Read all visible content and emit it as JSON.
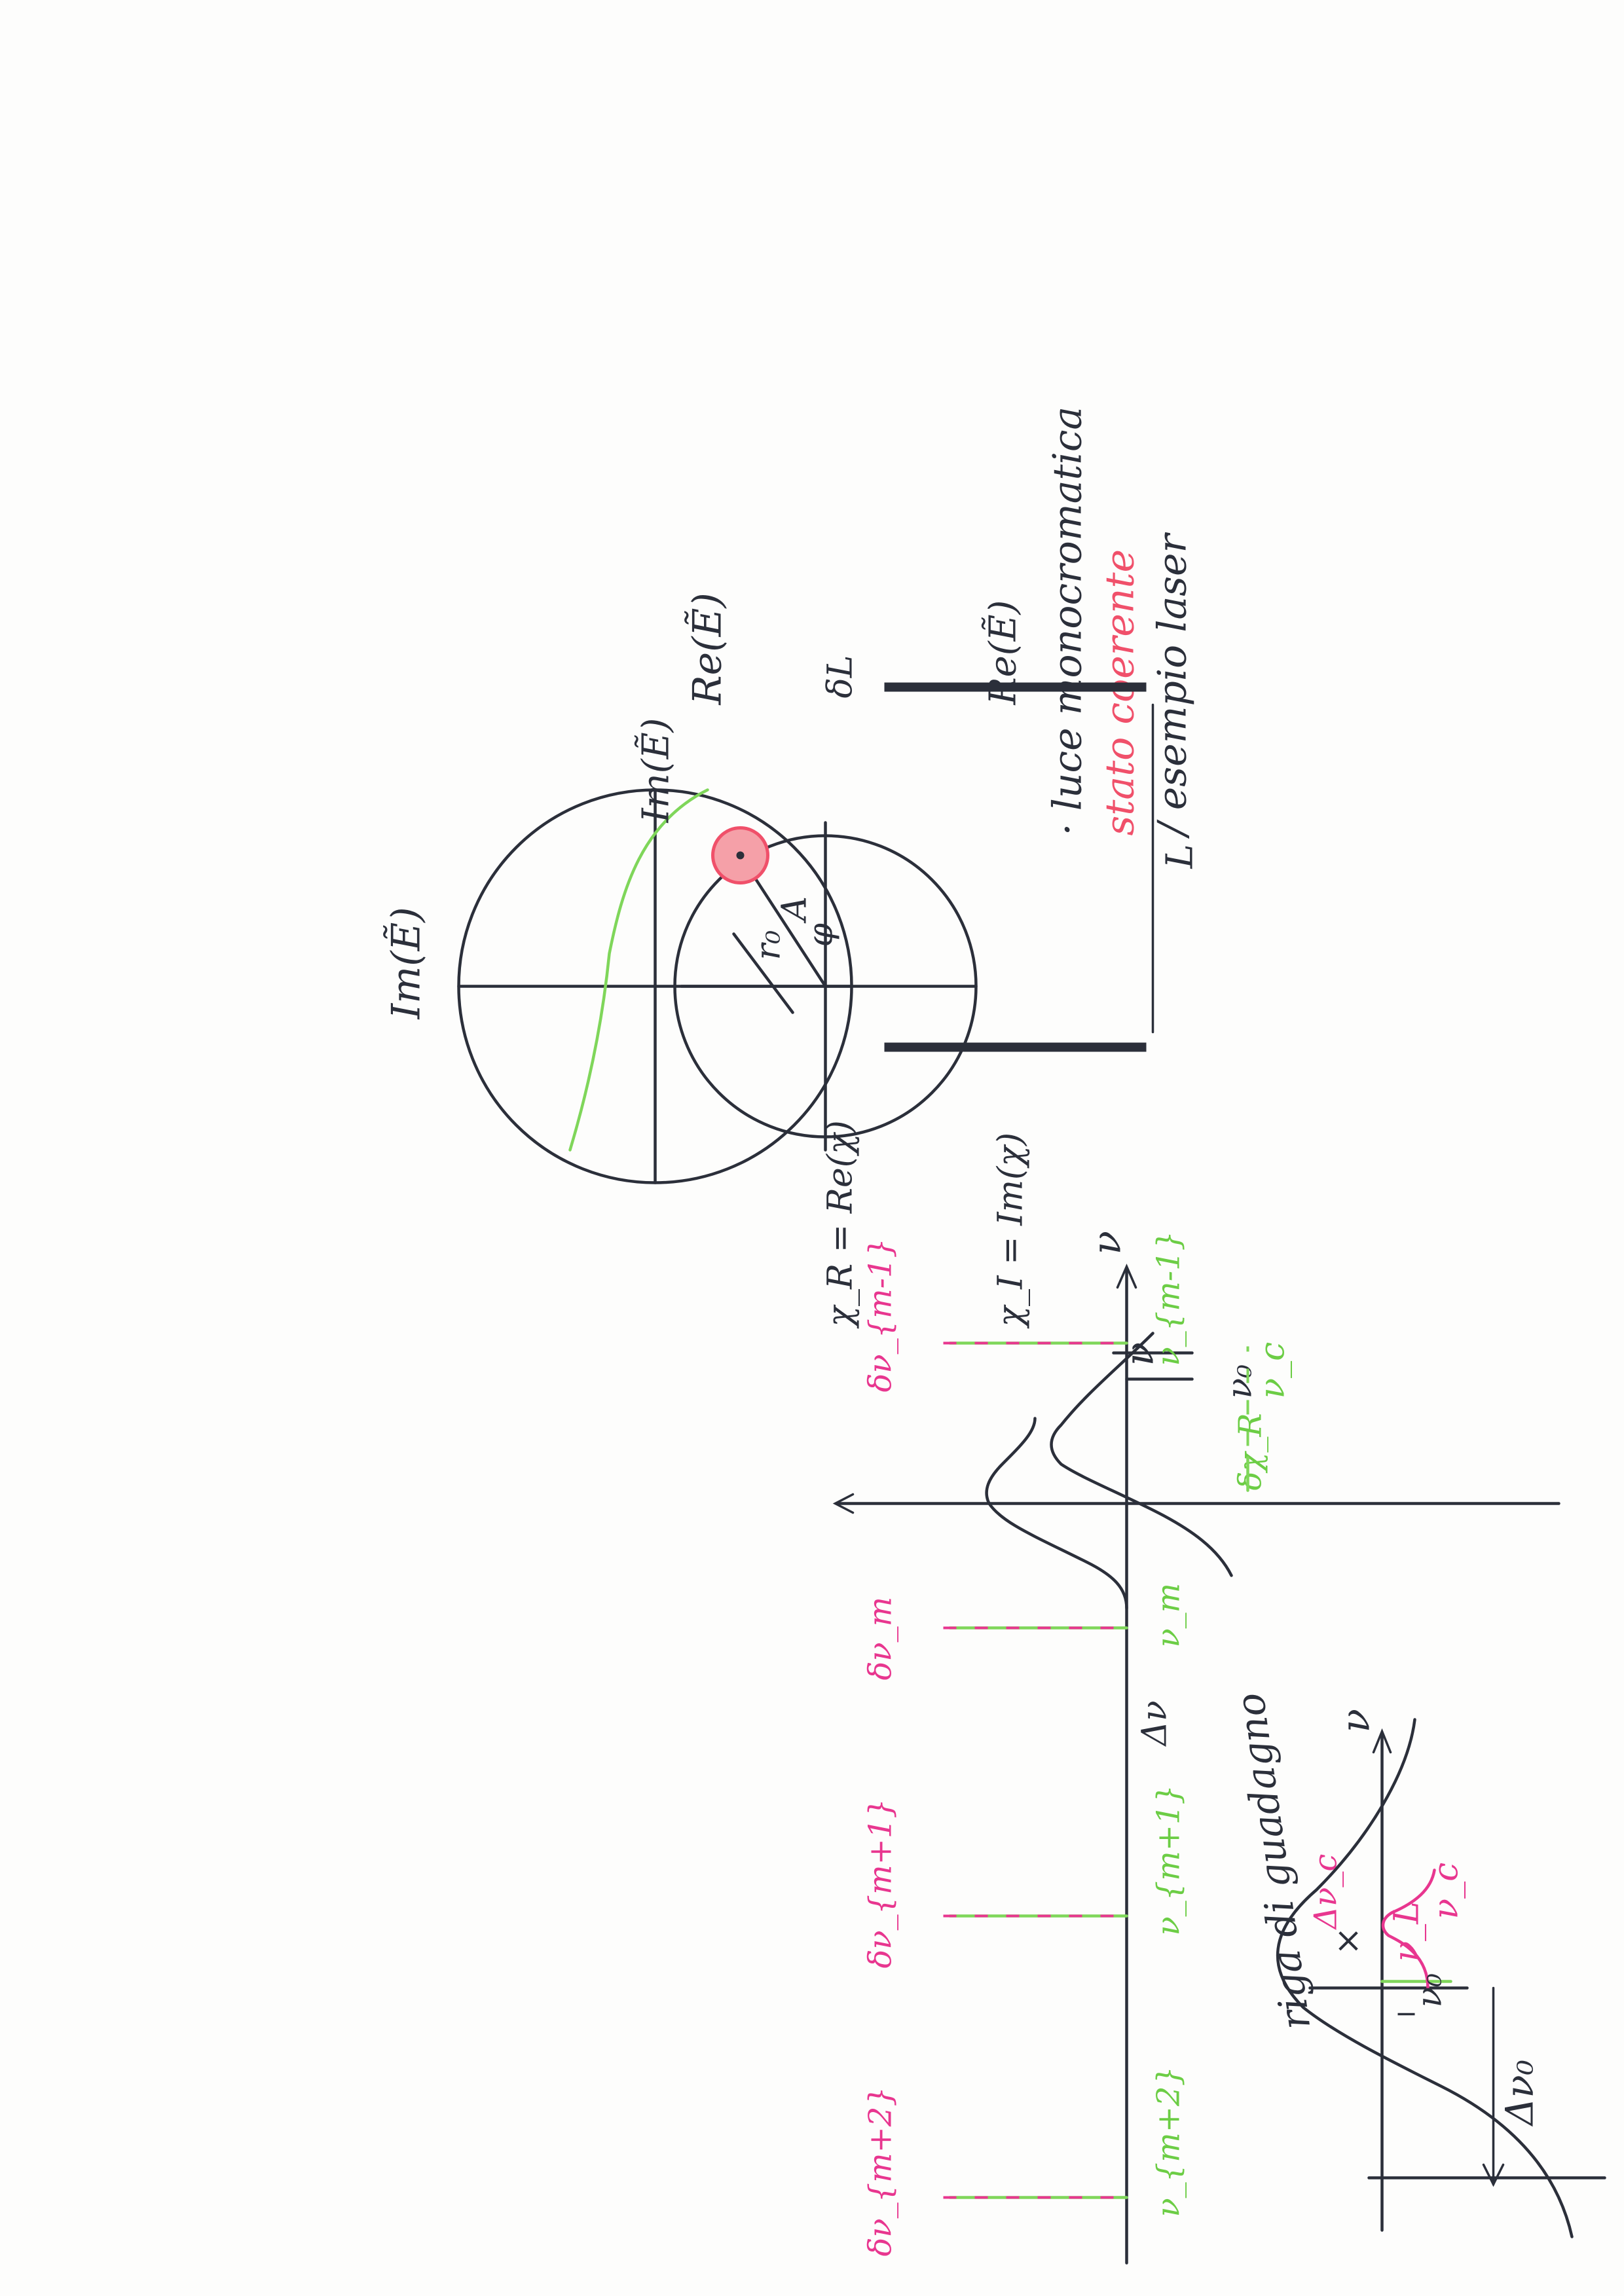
{
  "panel_pump": {
    "label_gain": "riga di guadagno",
    "delta_nu0": "Δν₀",
    "delta_nuc": "Δν_c",
    "nu0": "ν₀",
    "nuL": "ν_L",
    "nuc": "ν_c",
    "axis_nu": "ν"
  },
  "panel_chi": {
    "chi_real": "χ_R = Re(χ)",
    "chi_imag": "χ_I = Im(χ)",
    "delta_chi": "δχ_R",
    "nu0": "ν₀",
    "nuc": "ν_c",
    "axis_nu": "ν"
  },
  "panel_phasor_left": {
    "axis_im": "Im(Ẽ)",
    "axis_re": "Re(Ẽ)",
    "radius": "r₀"
  },
  "panel_phasor_right": {
    "axis_im": "Im(Ẽ)",
    "axis_re": "Re(Ẽ)",
    "radius": "A",
    "angle": "φ"
  },
  "legend": {
    "line1": "· luce monocromatica",
    "line2": "stato coerente",
    "line3": "/ esempio laser"
  },
  "panel_modes": {
    "lw1": "δν_{m-1}",
    "lw2": "δν_m",
    "lw3": "δν_{m+1}",
    "lw4": "δν_{m+2}",
    "f1": "ν_{m-1}",
    "f2": "ν_m",
    "f3": "ν_{m+1}",
    "f4": "ν_{m+2}",
    "spacing": "Δν",
    "axis_nu": "ν"
  },
  "panel_cavity": {
    "length": "L",
    "delta_l": "δL"
  },
  "colors": {
    "ink": "#2b2f3a",
    "green": "#7fd65a",
    "magenta": "#e8368f",
    "red": "#f0506a"
  }
}
